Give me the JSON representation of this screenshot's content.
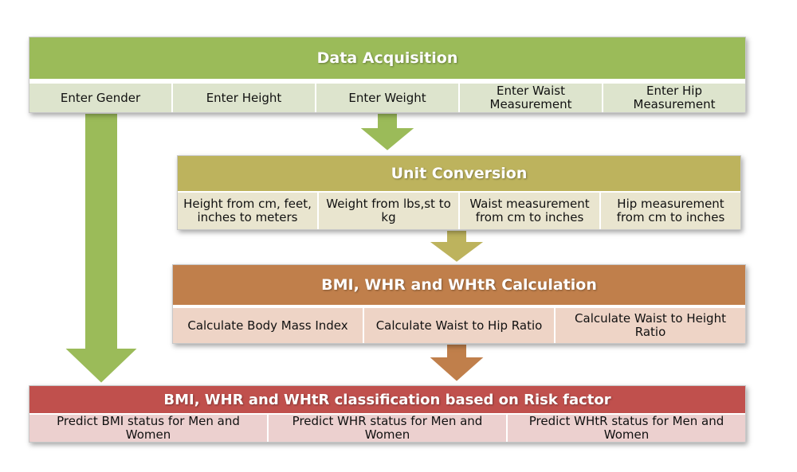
{
  "colors": {
    "data_acquisition": "#9bbb59",
    "unit_conversion": "#bdb35d",
    "calculation": "#c07f4b",
    "classification": "#c0504d"
  },
  "data_acquisition": {
    "title": "Data Acquisition",
    "items": [
      "Enter Gender",
      "Enter Height",
      "Enter Weight",
      "Enter Waist Measurement",
      "Enter Hip Measurement"
    ]
  },
  "unit_conversion": {
    "title": "Unit Conversion",
    "items": [
      "Height from cm, feet, inches to meters",
      "Weight from lbs,st to kg",
      "Waist measurement from cm to inches",
      "Hip measurement from  cm to inches"
    ]
  },
  "calculation": {
    "title": "BMI, WHR and WHtR Calculation",
    "items": [
      "Calculate Body Mass Index",
      "Calculate Waist to Hip Ratio",
      "Calculate Waist to Height Ratio"
    ]
  },
  "classification": {
    "title": "BMI, WHR and WHtR classification based on Risk factor",
    "items": [
      "Predict BMI status for Men and Women",
      "Predict WHR status for Men and Women",
      "Predict WHtR status for Men and Women"
    ]
  }
}
